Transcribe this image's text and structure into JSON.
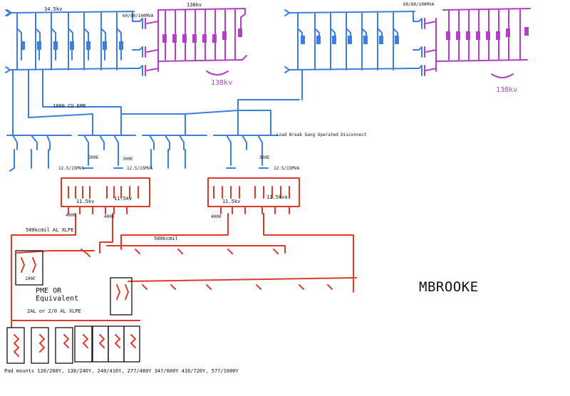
{
  "labels": {
    "kv_34_5": "34.5kv",
    "kv_138_top": "138kv",
    "mva_left": "60/80/100MVA",
    "mva_right": "60/80/100MVA",
    "kv_138_left": "138kv",
    "kv_138_right": "138kv",
    "cable_1000": "1000 CU EPR",
    "load_break": "Load Break Gang Operated Disconnect",
    "fuse_300e_a": "300E",
    "fuse_300e_b": "300E",
    "fuse_300e_c": "300E",
    "xfmr_a": "12.5/15MVA",
    "xfmr_b": "12.5/15MVA",
    "xfmr_c": "12.5/15MVA",
    "kv_11_5_a": "11.5kv",
    "kv_11_5_b": "11.5kv",
    "kv_11_5_c": "11.5kv",
    "kv_11_5_d": "11.5kva",
    "a4000_a": "4000",
    "a4000_b": "4000",
    "a4000_c": "4000",
    "cable_500_al": "500kcmil AL XLPE",
    "cable_500": "500kcmil",
    "fuse_100e": "100E",
    "pme_line1": "PME OR",
    "pme_line2": "Equivalent",
    "cable_2al": "2AL or 2/0 AL XLPE",
    "pad_mounts": "Pad mounts 120/208Y, 138/240Y, 240/416Y, 277/480Y 347/600Y 416/720Y, 577/1000Y",
    "signature": "MBROOKE"
  },
  "colors": {
    "blue_lines": "#3d7fe0",
    "purple_lines": "#b23fc4",
    "red_lines": "#e23a2a",
    "text": "#111111"
  }
}
